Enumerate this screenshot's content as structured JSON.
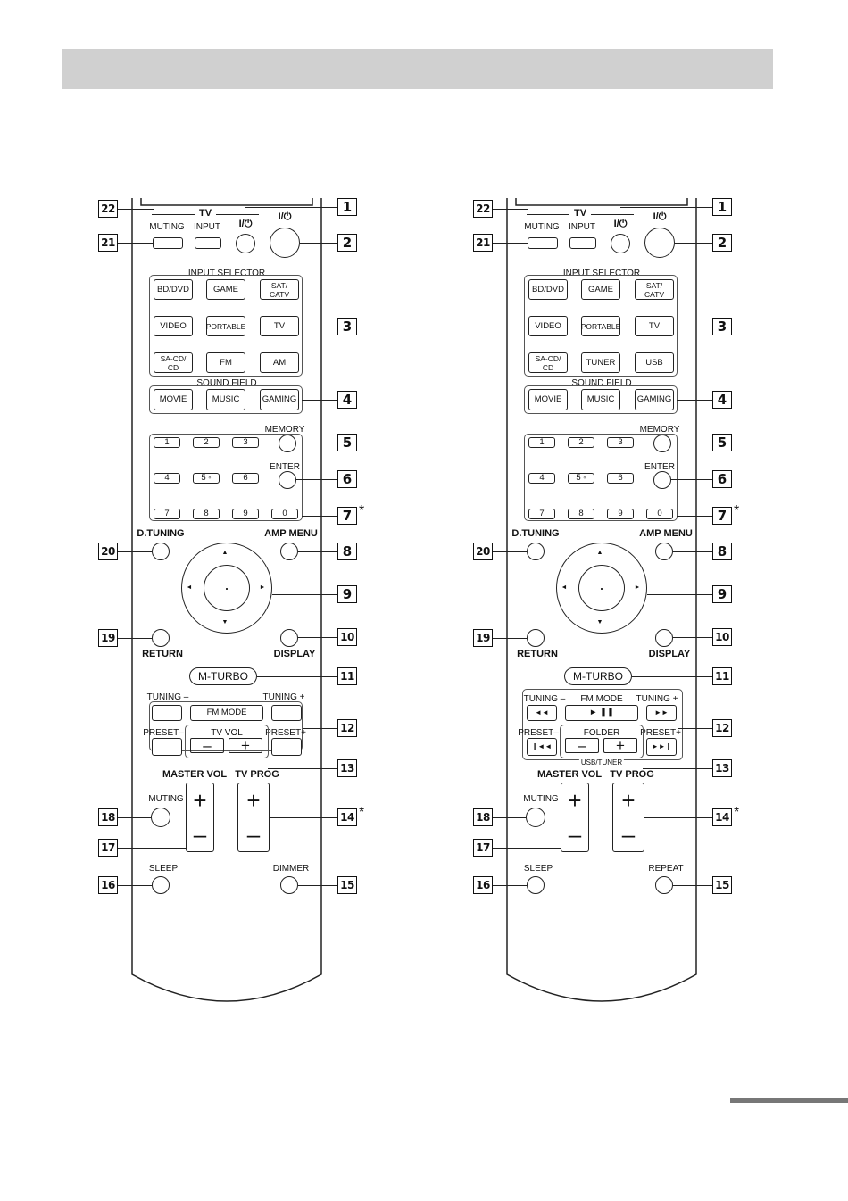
{
  "remotes": [
    {
      "tv_label": "TV",
      "muting_label": "MUTING",
      "input_label": "INPUT",
      "tv_power_symbol": "I/⏻",
      "power_symbol": "I/⏻",
      "input_selector_label": "INPUT SELECTOR",
      "input_buttons": [
        "BD/DVD",
        "GAME",
        "SAT/\nCATV",
        "VIDEO",
        "PORTABLE",
        "TV",
        "SA-CD/\nCD",
        "FM",
        "AM"
      ],
      "sound_field_label": "SOUND FIELD",
      "sound_buttons": [
        "MOVIE",
        "MUSIC",
        "GAMING"
      ],
      "num_keys": [
        "1",
        "2",
        "3",
        "4",
        "5",
        "6",
        "7",
        "8",
        "9",
        "0"
      ],
      "memory_label": "MEMORY",
      "enter_label": "ENTER",
      "d_tuning_label": "D.TUNING",
      "amp_menu_label": "AMP  MENU",
      "return_label": "RETURN",
      "display_label": "DISPLAY",
      "m_turbo_label": "M-TURBO",
      "tuning_minus_label": "TUNING –",
      "tuning_plus_label": "TUNING +",
      "fm_mode_label": "FM MODE",
      "preset_minus_label": "PRESET–",
      "preset_plus_label": "PRESET+",
      "tv_vol_label": "TV  VOL",
      "master_vol_label": "MASTER VOL",
      "tv_prog_label": "TV PROG",
      "muting2_label": "MUTING",
      "sleep_label": "SLEEP",
      "bottom_right_label": "DIMMER"
    },
    {
      "tv_label": "TV",
      "muting_label": "MUTING",
      "input_label": "INPUT",
      "tv_power_symbol": "I/⏻",
      "power_symbol": "I/⏻",
      "input_selector_label": "INPUT SELECTOR",
      "input_buttons": [
        "BD/DVD",
        "GAME",
        "SAT/\nCATV",
        "VIDEO",
        "PORTABLE",
        "TV",
        "SA-CD/\nCD",
        "TUNER",
        "USB"
      ],
      "sound_field_label": "SOUND FIELD",
      "sound_buttons": [
        "MOVIE",
        "MUSIC",
        "GAMING"
      ],
      "num_keys": [
        "1",
        "2",
        "3",
        "4",
        "5",
        "6",
        "7",
        "8",
        "9",
        "0"
      ],
      "memory_label": "MEMORY",
      "enter_label": "ENTER",
      "d_tuning_label": "D.TUNING",
      "amp_menu_label": "AMP  MENU",
      "return_label": "RETURN",
      "display_label": "DISPLAY",
      "m_turbo_label": "M-TURBO",
      "tuning_minus_label": "TUNING –",
      "tuning_plus_label": "TUNING +",
      "fm_mode_label": "FM MODE",
      "preset_minus_label": "PRESET–",
      "preset_plus_label": "PRESET+",
      "folder_label": "FOLDER",
      "usb_tuner_label": "USB/TUNER",
      "master_vol_label": "MASTER VOL",
      "tv_prog_label": "TV PROG",
      "muting2_label": "MUTING",
      "sleep_label": "SLEEP",
      "bottom_right_label": "REPEAT"
    }
  ],
  "callouts": {
    "right": [
      "1",
      "2",
      "3",
      "4",
      "5",
      "6",
      "7",
      "8",
      "9",
      "10",
      "11",
      "12",
      "13",
      "14",
      "15"
    ],
    "left": [
      "22",
      "21",
      "20",
      "19",
      "18",
      "17",
      "16"
    ],
    "asterisk": "*"
  },
  "icons": {
    "rewind": "rewind-icon",
    "play_pause": "play-pause-icon",
    "fast_forward": "fast-forward-icon",
    "prev": "previous-track-icon",
    "next": "next-track-icon"
  }
}
